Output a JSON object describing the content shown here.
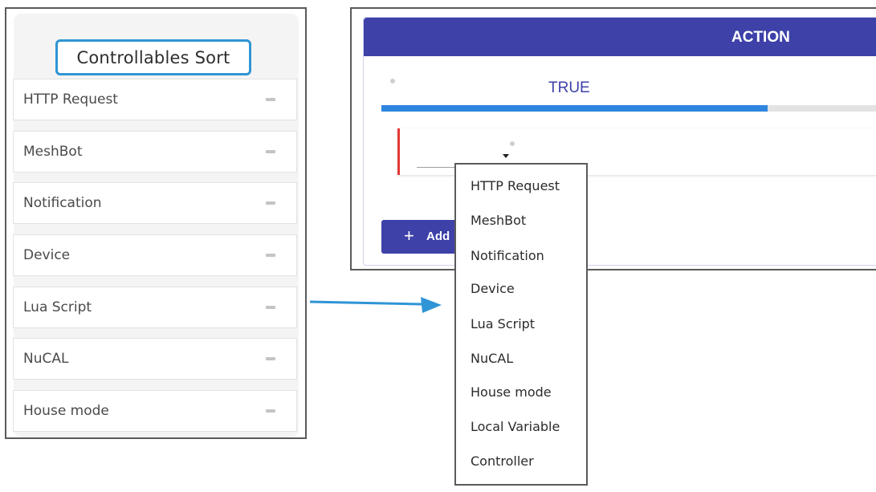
{
  "controllables_sort": {
    "title": "Controllables Sort",
    "items": [
      "HTTP Request",
      "MeshBot",
      "Notification",
      "Device",
      "Lua Script",
      "NuCAL",
      "House mode"
    ]
  },
  "action_panel": {
    "header": "ACTION",
    "branch_label": "TRUE",
    "progress_fraction": 0.74,
    "add_button_label": "Add",
    "add_button_icon": "plus-icon"
  },
  "dropdown": {
    "items": [
      "HTTP Request",
      "MeshBot",
      "Notification",
      "Device",
      "Lua Script",
      "NuCAL",
      "House mode",
      "Local Variable",
      "Controller"
    ]
  },
  "colors": {
    "accent_blue": "#2f95d6",
    "header_indigo": "#3d41a8",
    "progress_blue": "#2e86de",
    "error_red": "#e53935"
  }
}
